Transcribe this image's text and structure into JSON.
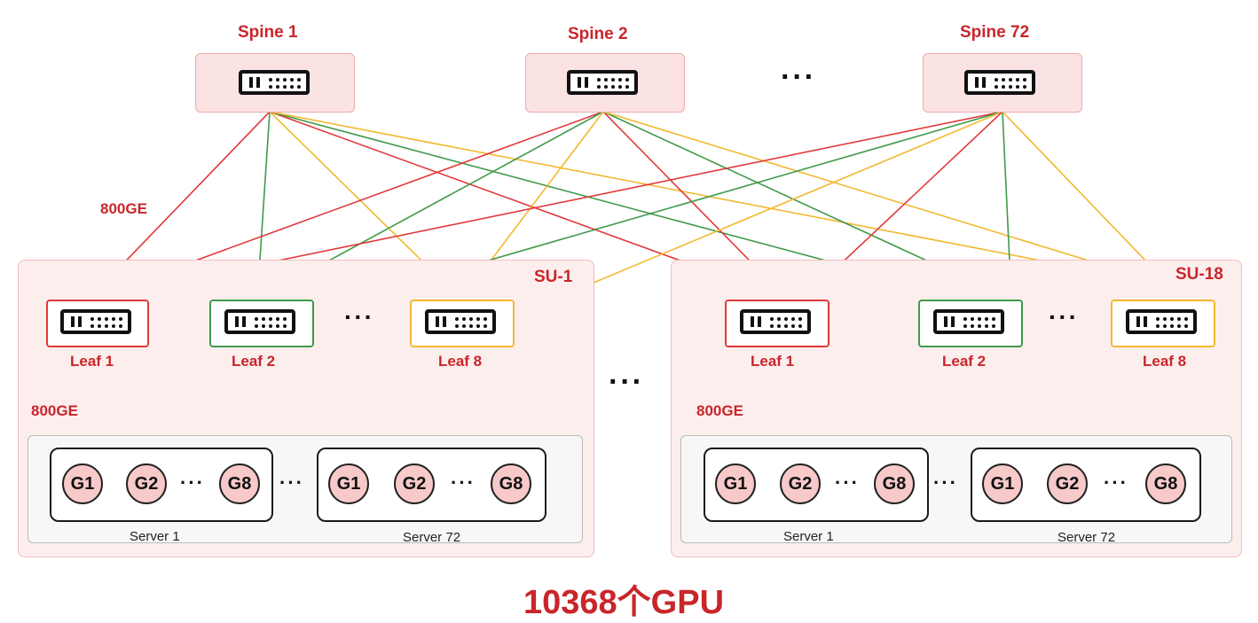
{
  "spines": [
    {
      "label": "Spine 1"
    },
    {
      "label": "Spine 2"
    },
    {
      "label": "Spine 72"
    }
  ],
  "spine_ellipsis": "···",
  "link_label_spine": "800GE",
  "colors": {
    "red": "#e0393b",
    "green": "#3f9a4a",
    "yellow": "#f3b82f",
    "accent": "#c8262b"
  },
  "su_groups": [
    {
      "name": "SU-1",
      "leaves": [
        {
          "label": "Leaf 1",
          "color": "red"
        },
        {
          "label": "Leaf 2",
          "color": "green"
        },
        {
          "label": "Leaf 8",
          "color": "yellow"
        }
      ],
      "leaf_ellipsis": "···",
      "link_label": "800GE",
      "servers": [
        {
          "label": "Server 1",
          "gpus": [
            "G1",
            "G2",
            "G8"
          ],
          "gpu_ellipsis": "···"
        },
        {
          "label": "Server 72",
          "gpus": [
            "G1",
            "G2",
            "G8"
          ],
          "gpu_ellipsis": "···"
        }
      ],
      "server_ellipsis": "···"
    },
    {
      "name": "SU-18",
      "leaves": [
        {
          "label": "Leaf 1",
          "color": "red"
        },
        {
          "label": "Leaf 2",
          "color": "green"
        },
        {
          "label": "Leaf 8",
          "color": "yellow"
        }
      ],
      "leaf_ellipsis": "···",
      "link_label": "800GE",
      "servers": [
        {
          "label": "Server 1",
          "gpus": [
            "G1",
            "G2",
            "G8"
          ],
          "gpu_ellipsis": "···"
        },
        {
          "label": "Server 72",
          "gpus": [
            "G1",
            "G2",
            "G8"
          ],
          "gpu_ellipsis": "···"
        }
      ],
      "server_ellipsis": "···"
    }
  ],
  "su_ellipsis": "···",
  "total_label": "10368个GPU",
  "icons": {
    "switch": "network-switch-icon"
  }
}
